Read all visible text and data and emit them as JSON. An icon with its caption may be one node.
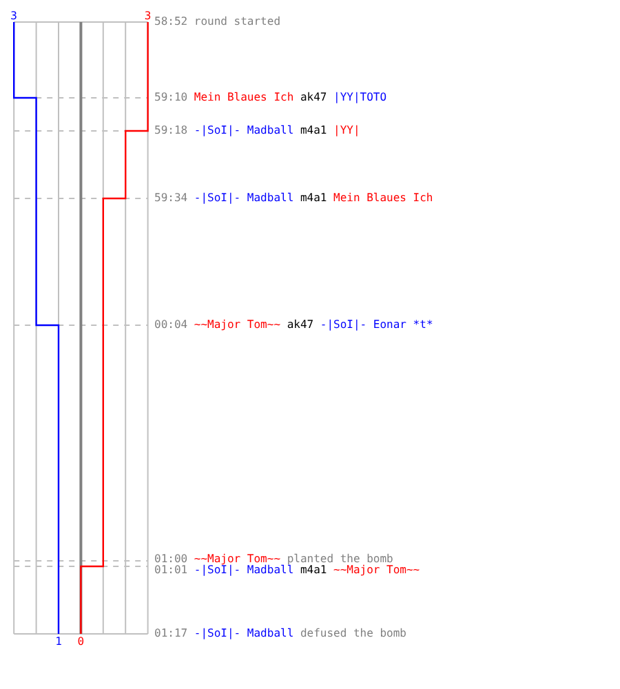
{
  "diagram": {
    "labels": [
      "3",
      "3",
      "58:52",
      "round started",
      "59:10",
      "Mein Blaues Ich",
      "ak47",
      "|YY|TOTO",
      "59:18",
      "-|SoI|- Madball",
      "m4a1",
      "|YY|",
      "59:34",
      "-|SoI|- Madball",
      "m4a1",
      "Mein Blaues Ich",
      "00:04",
      "~~Major Tom~~",
      "ak47",
      "-|SoI|- Eonar *t*",
      "01:00",
      "~~Major Tom~~",
      "planted the bomb",
      "01:01",
      "-|SoI|- Madball",
      "m4a1",
      "~~Major Tom~~",
      "01:17",
      "-|SoI|- Madball",
      "defused the bomb",
      "1",
      "0"
    ]
  }
}
